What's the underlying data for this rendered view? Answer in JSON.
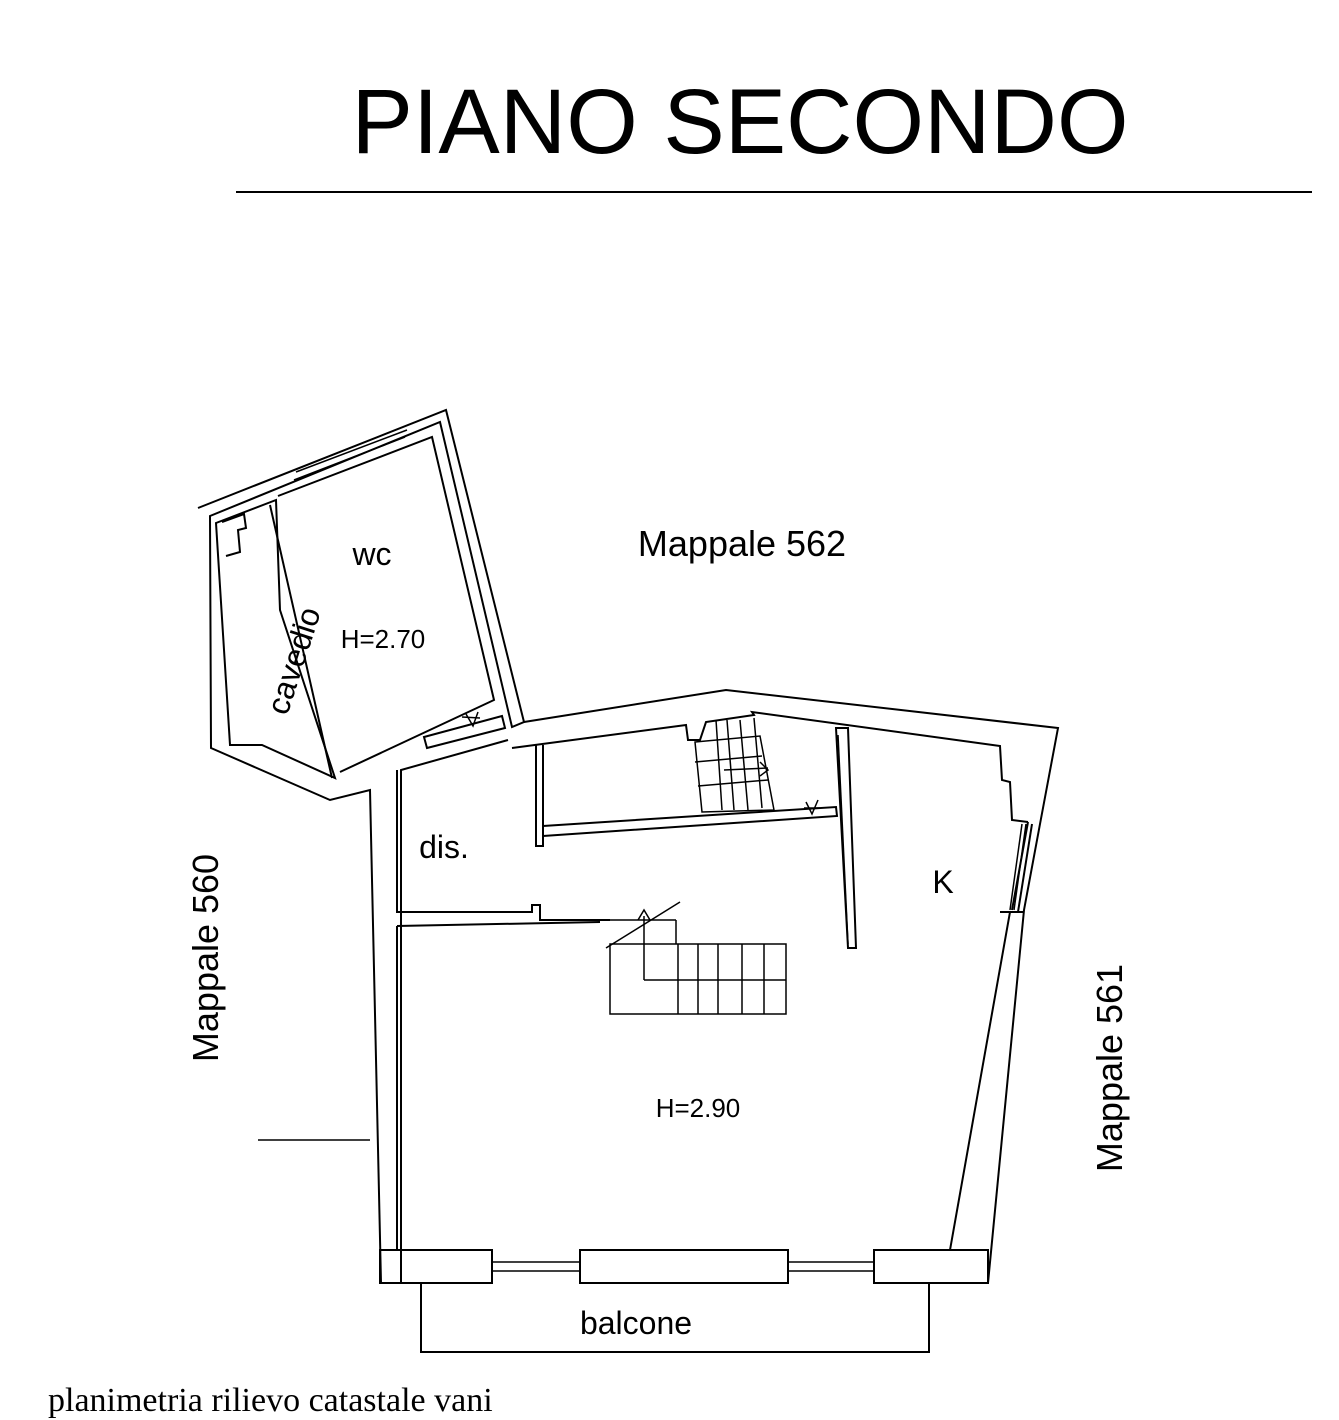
{
  "title": "PIANO SECONDO",
  "labels": {
    "wc": "wc",
    "cavedio": "cavedio",
    "wc_height": "H=2.70",
    "dis": "dis.",
    "k": "K",
    "main_height": "H=2.90",
    "balcone": "balcone"
  },
  "neighbors": {
    "north": "Mappale 562",
    "west": "Mappale 560",
    "east": "Mappale 561"
  },
  "footer_text": "planimetria rilievo catastale vani"
}
